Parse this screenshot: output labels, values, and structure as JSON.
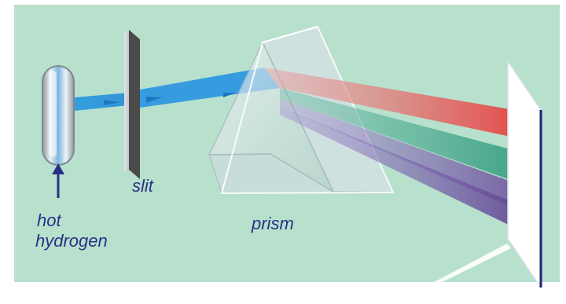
{
  "labels": {
    "slit": "slit",
    "prism": "prism",
    "hot": "hot",
    "hydrogen": "hydrogen"
  },
  "colors": {
    "background": "#b7e1cd",
    "beam": "#2f9ede",
    "beam_dark": "#1f77bf",
    "label_text": "#2a2f86",
    "spectral_red": "#ea3b3b",
    "spectral_green": "#2f9a7d",
    "spectral_violet_1": "#6a4f9b",
    "spectral_violet_2": "#5d3f8f",
    "screen_edge": "#1f1f7a"
  },
  "icons": {
    "arrow": "up-arrow-icon"
  }
}
